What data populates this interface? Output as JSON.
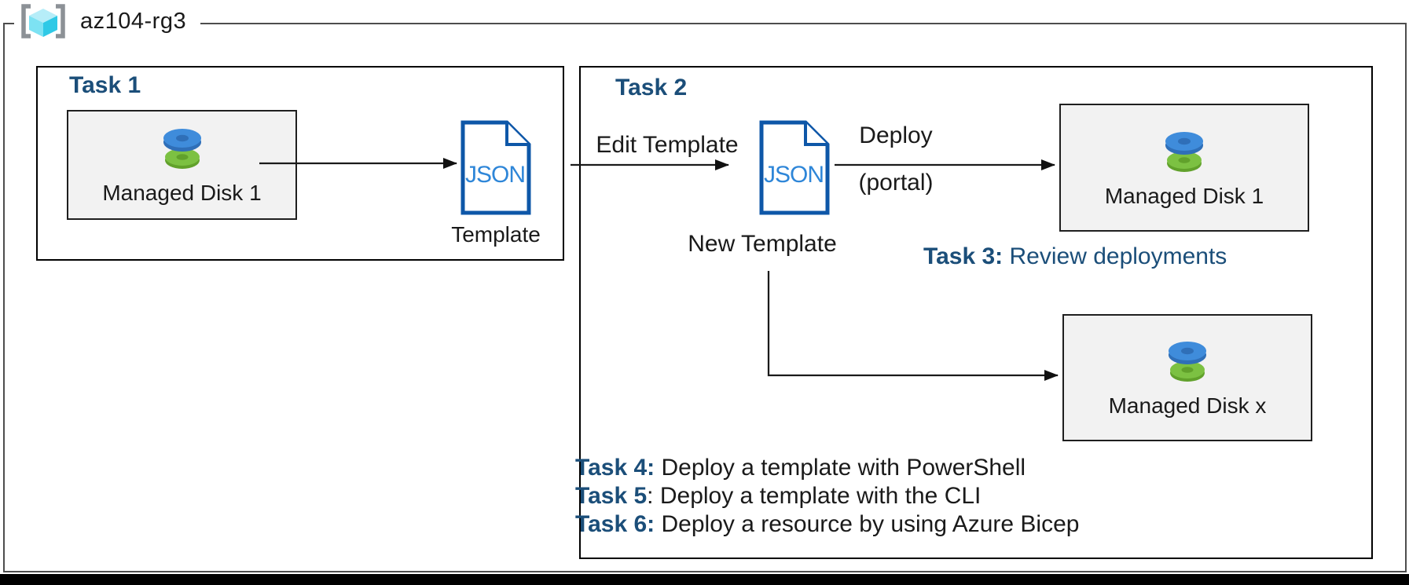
{
  "colors": {
    "heading-blue": "#1b4e79",
    "text-black": "#1a1a1a",
    "frame-gray": "#4d4d4d",
    "box-fill": "#f2f2f2",
    "json-stroke": "#0e57a8",
    "json-text": "#2e86d8",
    "disk-blue": "#3f8cdb",
    "disk-blue-dark": "#2f6fb8",
    "disk-green": "#7cc142",
    "disk-green-dark": "#61a12b",
    "rg-bracket": "#8c9196",
    "rg-cube-top": "#b6edf8",
    "rg-cube-left": "#7de2f3",
    "rg-cube-right": "#2fc9e6"
  },
  "resource_group": {
    "label": "az104-rg3"
  },
  "task1": {
    "title": "Task 1",
    "disk_box": {
      "label": "Managed Disk 1"
    },
    "json_file": {
      "label": "JSON",
      "caption": "Template"
    }
  },
  "task2": {
    "title": "Task 2",
    "edit_arrow_label": "Edit Template",
    "json_file": {
      "label": "JSON",
      "caption": "New Template"
    },
    "deploy_arrow_label": "Deploy",
    "deploy_arrow_sublabel": "(portal)",
    "disk_box_1": {
      "label": "Managed Disk 1"
    },
    "task3": {
      "prefix": "Task 3:",
      "text": " Review deployments"
    },
    "disk_box_x": {
      "label": "Managed Disk x"
    },
    "task_list": [
      {
        "prefix": "Task 4:",
        "text": " Deploy a template with PowerShell"
      },
      {
        "prefix": "Task 5",
        "text": ": Deploy a template with the CLI"
      },
      {
        "prefix": "Task 6:",
        "text": " Deploy a resource by using Azure Bicep"
      }
    ]
  }
}
